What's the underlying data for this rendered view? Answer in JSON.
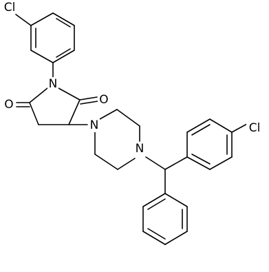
{
  "molecule": {
    "atom_labels": {
      "chlorine_top_left": "Cl",
      "chlorine_right": "Cl",
      "nitrogen_imide": "N",
      "oxygen_left": "O",
      "oxygen_right": "O",
      "nitrogen_piperazine_upper": "N",
      "nitrogen_piperazine_lower": "N"
    }
  }
}
